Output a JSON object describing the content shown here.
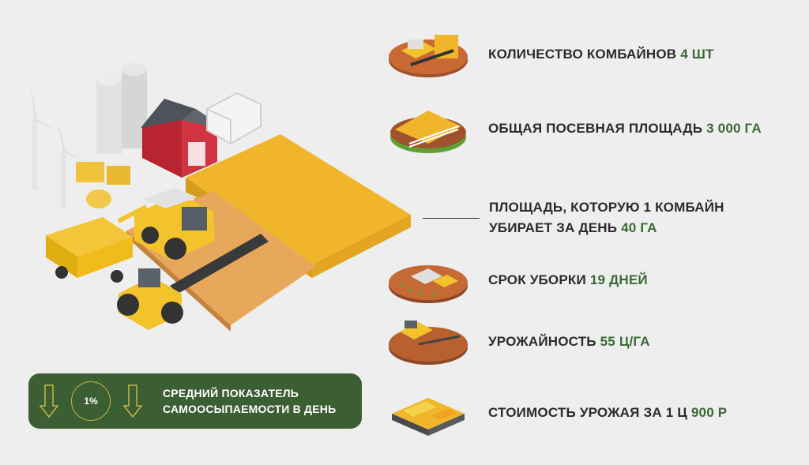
{
  "stats": [
    {
      "label": "КОЛИЧЕСТВО КОМБАЙНОВ",
      "value": "4 ШТ"
    },
    {
      "label": "ОБЩАЯ ПОСЕВНАЯ ПЛОЩАДЬ",
      "value": "3 000 ГА"
    },
    {
      "label_line1": "ПЛОЩАДЬ, КОТОРУЮ 1 КОМБАЙН",
      "label_line2": "УБИРАЕТ ЗА ДЕНЬ",
      "value": "40 ГА"
    },
    {
      "label": "СРОК УБОРКИ",
      "value": "19 ДНЕЙ"
    },
    {
      "label": "УРОЖАЙНОСТЬ",
      "value": "55 Ц/ГА"
    },
    {
      "label": "СТОИМОСТЬ УРОЖАЯ ЗА 1 Ц",
      "value": "900 Р"
    }
  ],
  "banner": {
    "percent": "1%",
    "line1": "СРЕДНИЙ ПОКАЗАТЕЛЬ",
    "line2": "САМООСЫПАЕМОСТИ В ДЕНЬ"
  },
  "colors": {
    "accent": "#3a6a34",
    "banner_bg": "#3b5e32",
    "wheat": "#f1b52c",
    "soil": "#a0522d",
    "machine": "#f0c21d"
  },
  "icons": [
    "combine-harvester-icon",
    "fenced-field-icon",
    "tractor-field-icon",
    "plowing-tractor-icon",
    "grain-stack-icon",
    "down-arrow-icon"
  ]
}
